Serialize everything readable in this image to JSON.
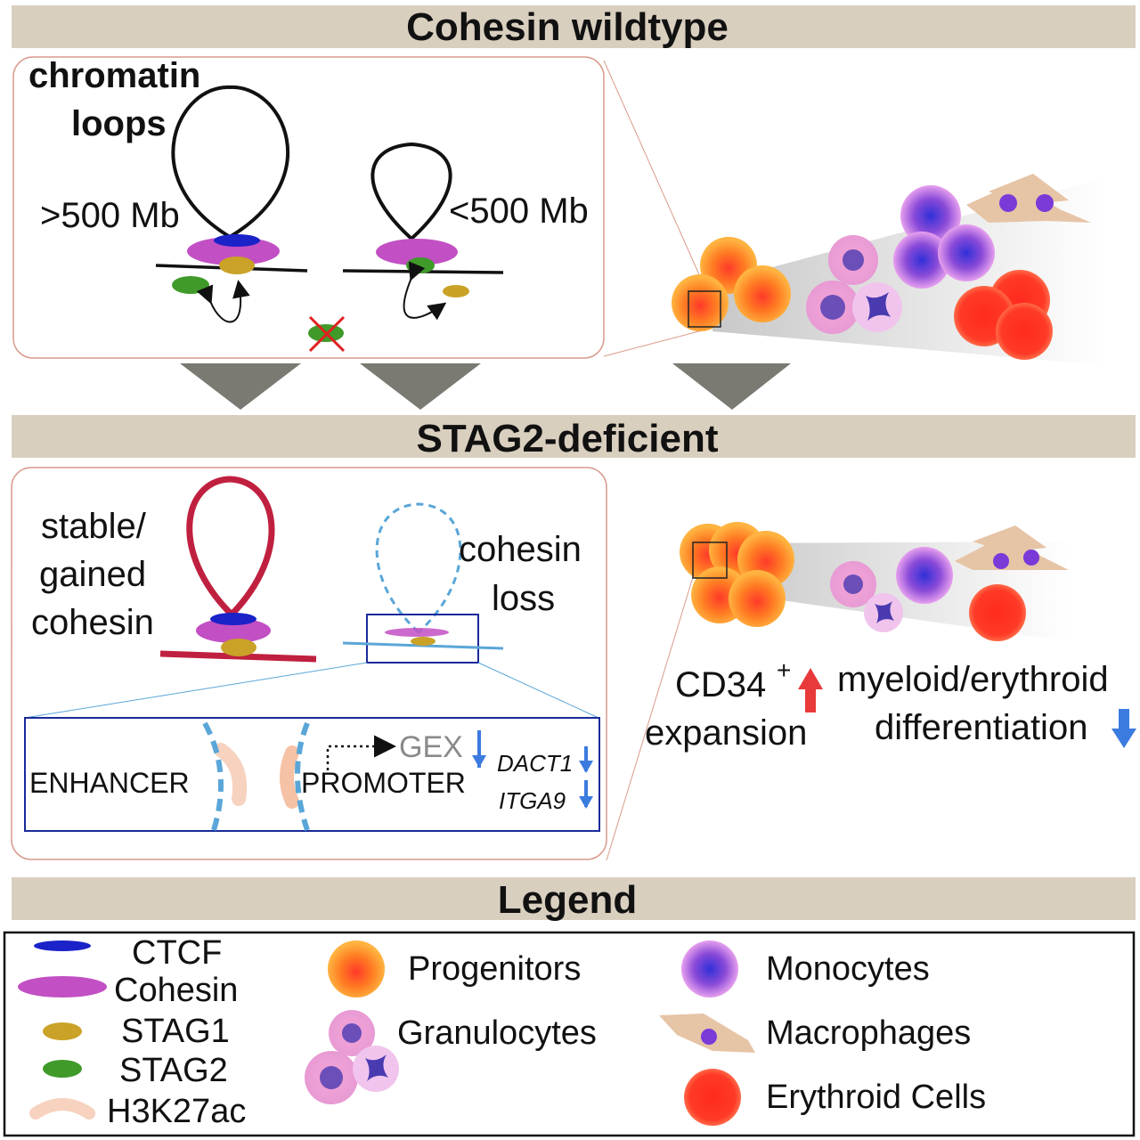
{
  "sections": {
    "wildtype_title": "Cohesin wildtype",
    "deficient_title": "STAG2-deficient",
    "legend_title": "Legend"
  },
  "wildtype": {
    "chromatin_loops_line1": "chromatin",
    "chromatin_loops_line2": "loops",
    "large_loop_label": ">500 Mb",
    "small_loop_label": "<500 Mb"
  },
  "deficient": {
    "stable_line1": "stable/",
    "stable_line2": "gained",
    "stable_line3": "cohesin",
    "loss_line1": "cohesin",
    "loss_line2": "loss",
    "enhancer": "ENHANCER",
    "promoter": "PROMOTER",
    "gex": "GEX",
    "gene1": "DACT1",
    "gene2": "ITGA9",
    "cd34_text": "CD34",
    "cd34_sup": "+",
    "expansion": "expansion",
    "myeloid": "myeloid/erythroid",
    "differentiation": "differentiation"
  },
  "legend": {
    "ctcf": "CTCF",
    "cohesin": "Cohesin",
    "stag1": "STAG1",
    "stag2": "STAG2",
    "h3k27ac": "H3K27ac",
    "progenitors": "Progenitors",
    "granulocytes": "Granulocytes",
    "monocytes": "Monocytes",
    "macrophages": "Macrophages",
    "erythroid": "Erythroid Cells"
  },
  "colors": {
    "ctcf": "#1a22c8",
    "cohesin": "#c24fc4",
    "stag1": "#c9a227",
    "stag2": "#3f9a2a",
    "h3k27ac": "#f6d2bf",
    "gained_loop": "#c0203f",
    "lost_loop": "#5aa6d8",
    "arrow_up": "#e83a3a",
    "arrow_down": "#3b7be0",
    "title_bar": "#d9cfbf"
  }
}
